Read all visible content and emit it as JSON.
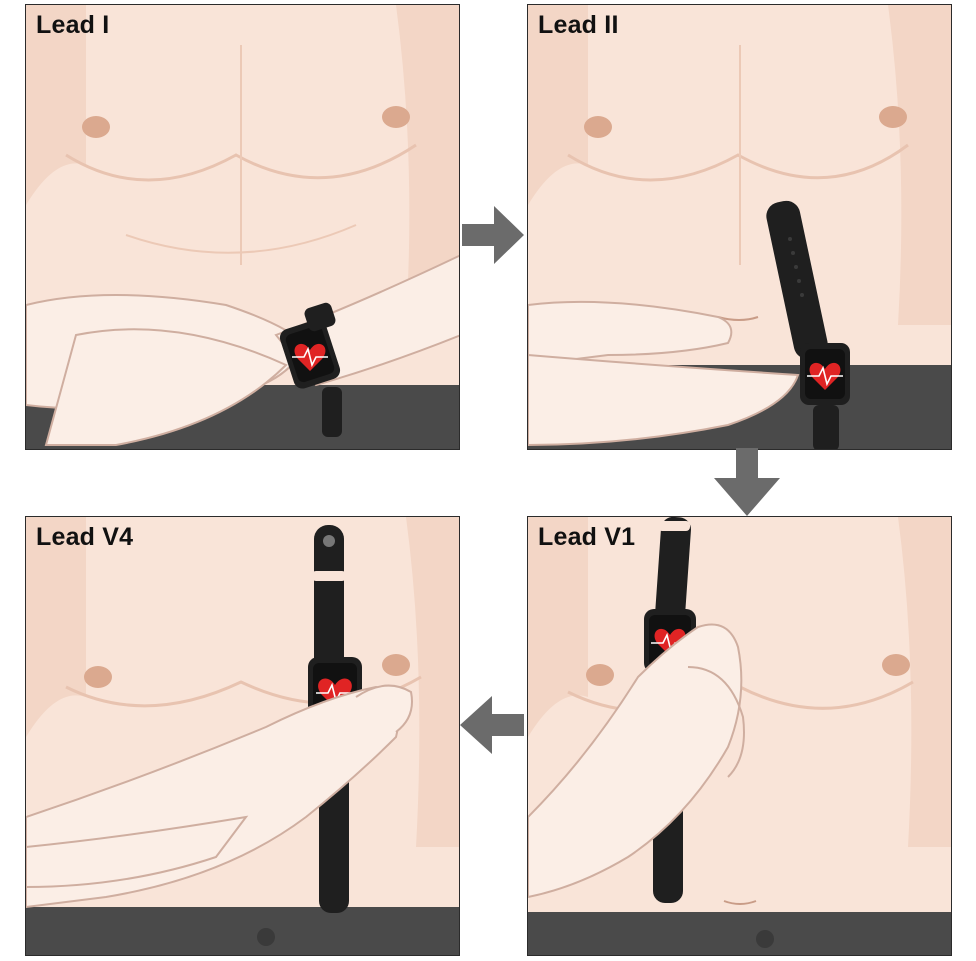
{
  "panels": [
    {
      "id": "lead-i",
      "label": "Lead I"
    },
    {
      "id": "lead-ii",
      "label": "Lead II"
    },
    {
      "id": "lead-v4",
      "label": "Lead V4"
    },
    {
      "id": "lead-v1",
      "label": "Lead V1"
    }
  ],
  "colors": {
    "skin": "#f9e4d8",
    "skin_shadow": "#f1d2c2",
    "nipple": "#dba98f",
    "pants": "#4a4a4a",
    "watch": "#1f1f1f",
    "heart": "#e02424",
    "arrow": "#6b6b6b"
  }
}
